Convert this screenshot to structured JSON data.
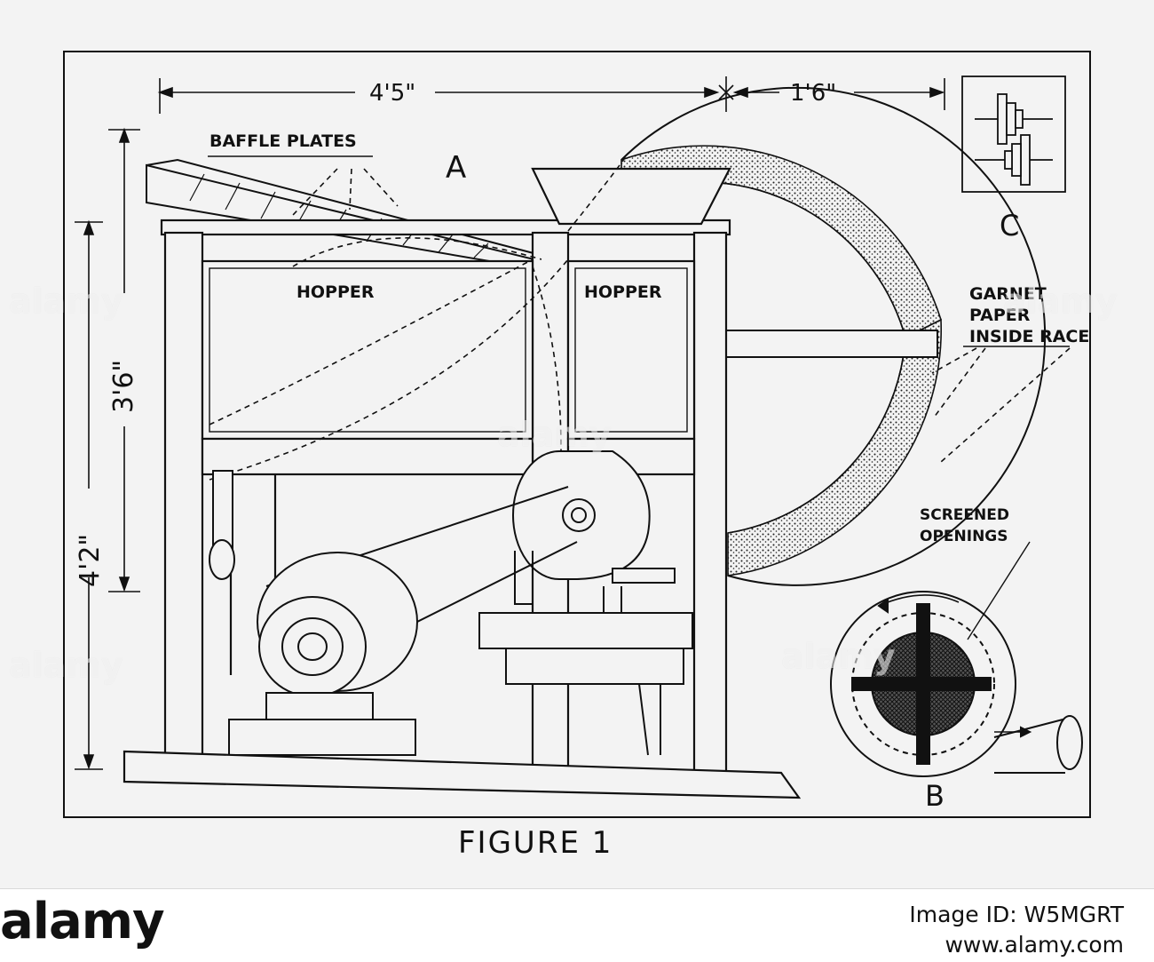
{
  "figure": {
    "title": "FIGURE 1",
    "views": {
      "a": "A",
      "b": "B",
      "c": "C"
    },
    "dimensions": {
      "overall_width": "4'5\"",
      "wheel_extent": "1'6\"",
      "hopper_height": "3'6\"",
      "total_height": "4'2\""
    },
    "labels": {
      "baffle_plates": "BAFFLE PLATES",
      "hopper_left": "HOPPER",
      "hopper_right": "HOPPER",
      "garnet_line1": "GARNET",
      "garnet_line2": "PAPER",
      "garnet_line3": "INSIDE RACE",
      "screened_line1": "SCREENED",
      "screened_line2": "OPENINGS"
    }
  },
  "watermark": {
    "text": "alamy"
  },
  "footer": {
    "brand": "alamy",
    "image_id": "Image ID: W5MGRT",
    "site": "www.alamy.com"
  }
}
